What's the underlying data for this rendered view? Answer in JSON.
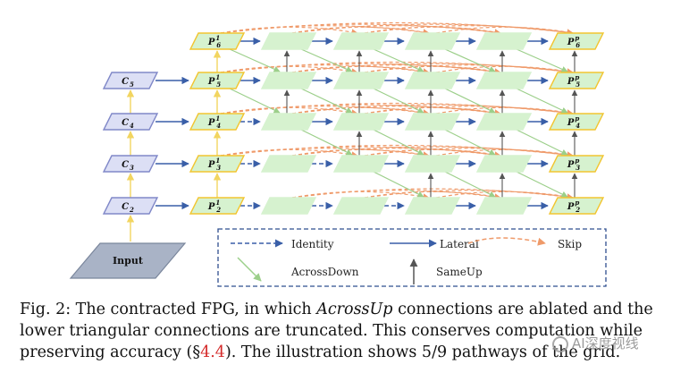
{
  "nodes": {
    "input": "Input",
    "c_nodes": [
      {
        "base": "C",
        "sub": "2"
      },
      {
        "base": "C",
        "sub": "3"
      },
      {
        "base": "C",
        "sub": "4"
      },
      {
        "base": "C",
        "sub": "5"
      }
    ],
    "p1_nodes": [
      {
        "base": "P",
        "sup": "1",
        "sub": "2"
      },
      {
        "base": "P",
        "sup": "1",
        "sub": "3"
      },
      {
        "base": "P",
        "sup": "1",
        "sub": "4"
      },
      {
        "base": "P",
        "sup": "1",
        "sub": "5"
      },
      {
        "base": "P",
        "sup": "1",
        "sub": "6"
      }
    ],
    "pp_nodes": [
      {
        "base": "P",
        "sup": "p",
        "sub": "2"
      },
      {
        "base": "P",
        "sup": "p",
        "sub": "3"
      },
      {
        "base": "P",
        "sup": "p",
        "sub": "4"
      },
      {
        "base": "P",
        "sup": "p",
        "sub": "5"
      },
      {
        "base": "P",
        "sup": "p",
        "sub": "6"
      }
    ]
  },
  "legend": {
    "identity": "Identity",
    "lateral": "Lateral",
    "skip": "Skip",
    "across_down": "AcrossDown",
    "same_up": "SameUp"
  },
  "caption": {
    "p1": "Fig. 2: The contracted FPG, in which ",
    "em": "AcrossUp",
    "p2": " connections are ablated and the lower triangular connections are truncated. This conserves computation while preserving accuracy (§",
    "ref": "4.4",
    "p3": "). The illustration shows 5/9 pathways of the grid."
  },
  "watermark": "AI深度视线",
  "colors": {
    "green_fill": "#d6f2cf",
    "yellow_border": "#f2c530",
    "c_fill": "#dcdff5",
    "c_border": "#8088c8",
    "input_fill": "#a9b3c6",
    "blue": "#3a5fa8",
    "green_line": "#9ccf8a",
    "skip": "#ef9a6a",
    "sameup": "#555555",
    "input_up": "#f2d560"
  }
}
